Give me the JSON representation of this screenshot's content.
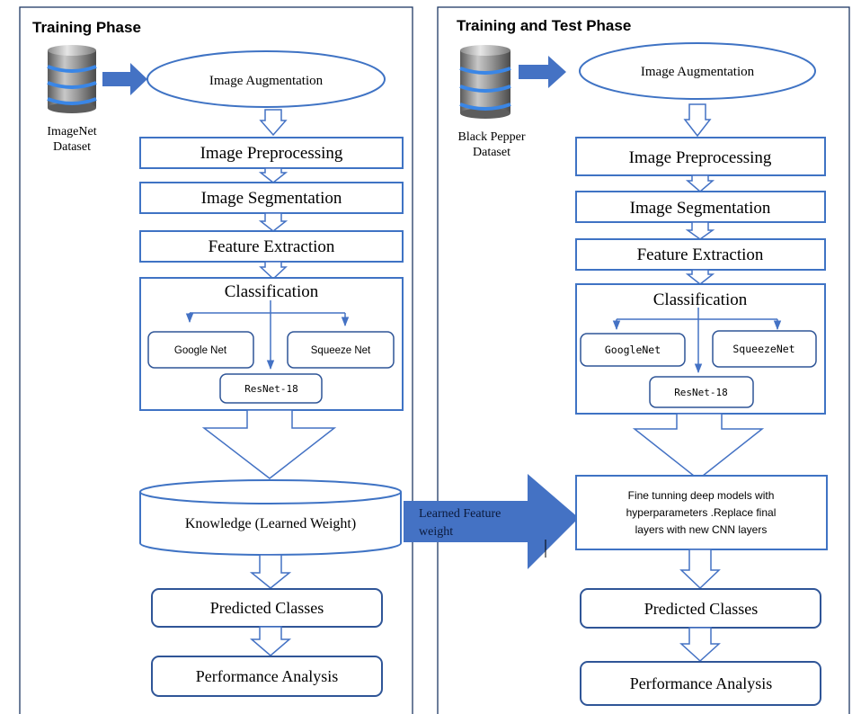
{
  "training": {
    "title": "Training Phase",
    "dataset_line1": "ImageNet",
    "dataset_line2": "Dataset",
    "augmentation": "Image Augmentation",
    "preprocessing": "Image Preprocessing",
    "segmentation": "Image Segmentation",
    "feature_extraction": "Feature Extraction",
    "classification": "Classification",
    "model_a": "Google Net",
    "model_b": "Squeeze Net",
    "model_c": "ResNet-18",
    "knowledge": "Knowledge (Learned Weight)",
    "predicted": "Predicted Classes",
    "performance": "Performance Analysis"
  },
  "transfer": {
    "line1": "Learned Feature",
    "line2": "weight"
  },
  "test": {
    "title": "Training and Test Phase",
    "dataset_line1": "Black Pepper",
    "dataset_line2": "Dataset",
    "augmentation": "Image Augmentation",
    "preprocessing": "Image Preprocessing",
    "segmentation": "Image Segmentation",
    "feature_extraction": "Feature Extraction",
    "classification": "Classification",
    "model_a": "GoogleNet",
    "model_b": "SqueezeNet",
    "model_c": "ResNet-18",
    "finetune_line1": "Fine tunning deep models with",
    "finetune_line2": "hyperparameters .Replace final",
    "finetune_line3": "layers with new CNN layers",
    "predicted": "Predicted Classes",
    "performance": "Performance Analysis"
  },
  "colors": {
    "box_border": "#3f73c4",
    "arrow_blue": "#4472c4",
    "transfer_fill": "#4472c4",
    "panel_border": "#1f3864"
  }
}
